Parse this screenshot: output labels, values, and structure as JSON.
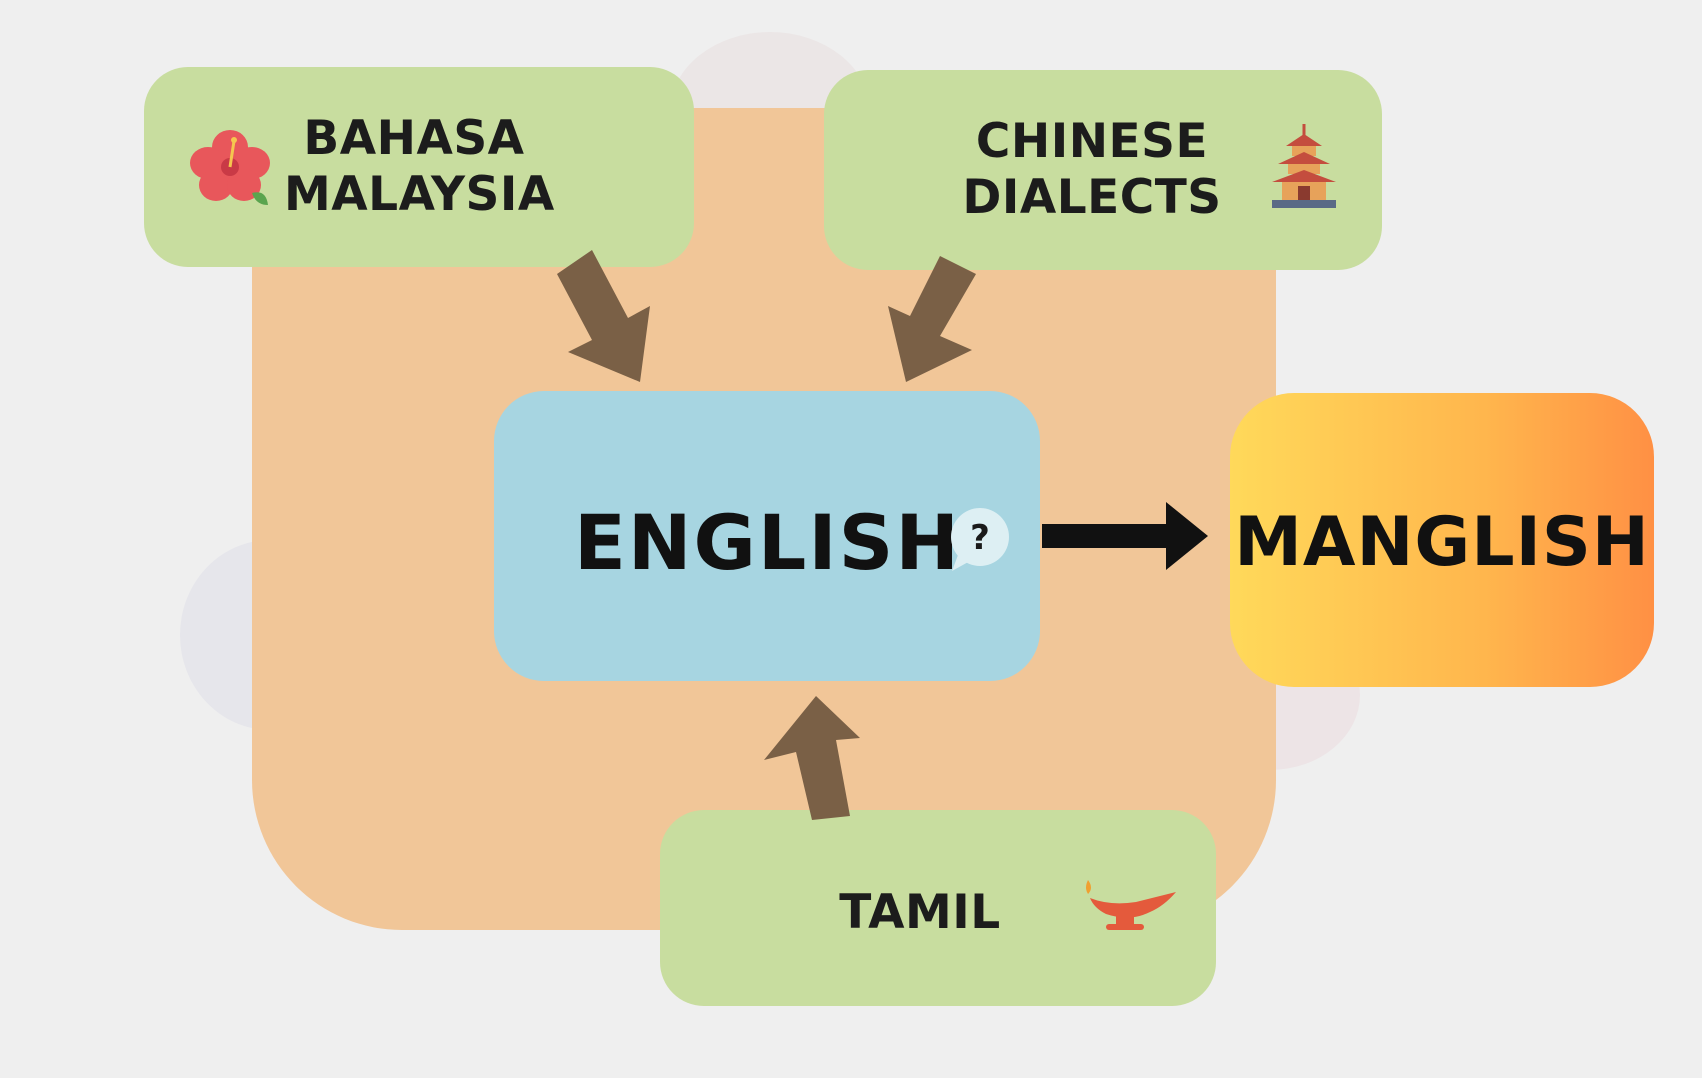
{
  "nodes": {
    "bahasa": {
      "label_line1": "BAHASA",
      "label_line2": "MALAYSIA",
      "icon": "hibiscus-flower-icon"
    },
    "chinese": {
      "label_line1": "CHINESE",
      "label_line2": "DIALECTS",
      "icon": "pagoda-icon"
    },
    "tamil": {
      "label": "TAMIL",
      "icon": "oil-lamp-icon"
    },
    "english": {
      "label": "ENGLISH",
      "icon": "question-bubble-icon",
      "icon_text": "?"
    },
    "manglish": {
      "label": "MANGLISH"
    }
  },
  "edges": [
    {
      "from": "BAHASA MALAYSIA",
      "to": "ENGLISH"
    },
    {
      "from": "CHINESE DIALECTS",
      "to": "ENGLISH"
    },
    {
      "from": "TAMIL",
      "to": "ENGLISH"
    },
    {
      "from": "ENGLISH",
      "to": "MANGLISH"
    }
  ],
  "colors": {
    "background": "#efefef",
    "backdrop": "#f1c698",
    "language_box": "#c8dd9f",
    "english_box": "#a7d5e1",
    "manglish_gradient": [
      "#ffd95a",
      "#ff9044"
    ],
    "input_arrow": "#7a6046",
    "output_arrow": "#111111"
  }
}
